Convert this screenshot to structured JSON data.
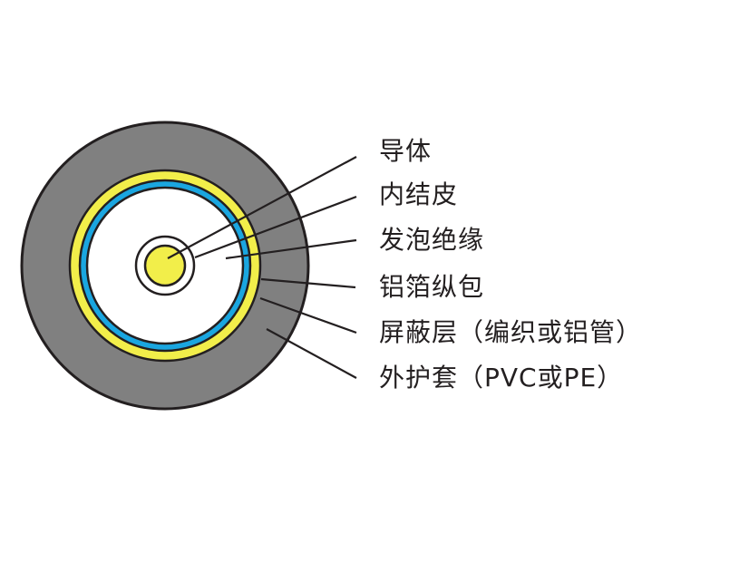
{
  "labels": [
    "导体",
    "内结皮",
    "发泡绝缘",
    "铝箔纵包",
    "屏蔽层（编织或铝管）",
    "外护套（PVC或PE）"
  ],
  "colors": {
    "jacket": "#808080",
    "yellow": "#f2ee4a",
    "blue": "#1aa6e0",
    "outline": "#231f20"
  }
}
